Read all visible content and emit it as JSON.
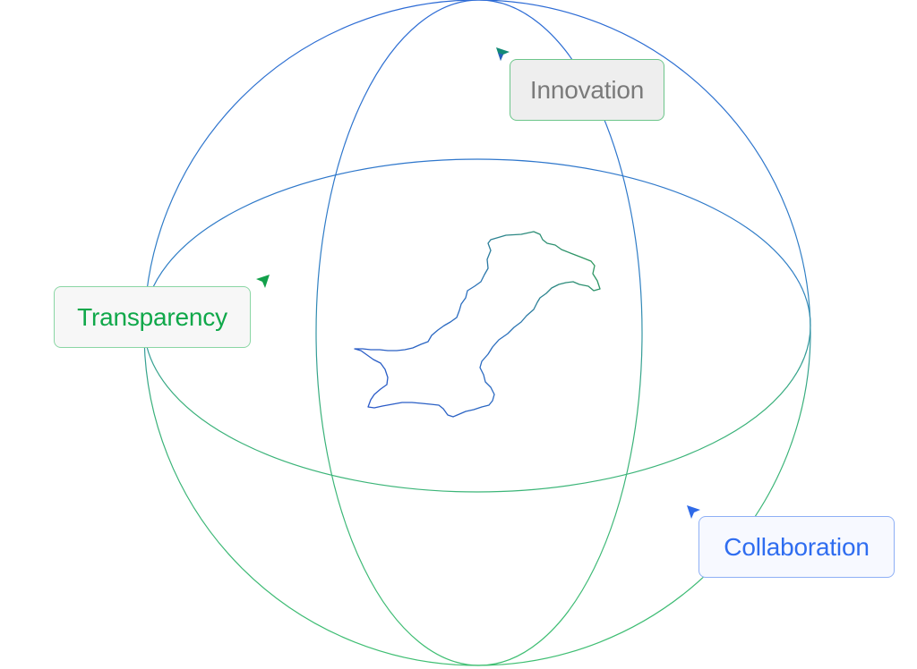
{
  "labels": {
    "innovation": "Innovation",
    "transparency": "Transparency",
    "collaboration": "Collaboration"
  },
  "colors": {
    "innovation_text": "#7a7a7a",
    "transparency_text": "#10a84a",
    "collaboration_text": "#2f6df0",
    "line_blue": "#2d6bd6",
    "line_green": "#3fbf72",
    "map_outline_blue": "#2a57c9",
    "map_outline_green": "#2e9e50",
    "cursor_teal": "#138a76",
    "cursor_green": "#12a04a",
    "cursor_blue": "#2f6ae8"
  },
  "icons": {
    "map": "pakistan-outline-icon",
    "cursors": [
      "cursor-arrow-icon",
      "cursor-arrow-icon",
      "cursor-arrow-icon"
    ]
  }
}
